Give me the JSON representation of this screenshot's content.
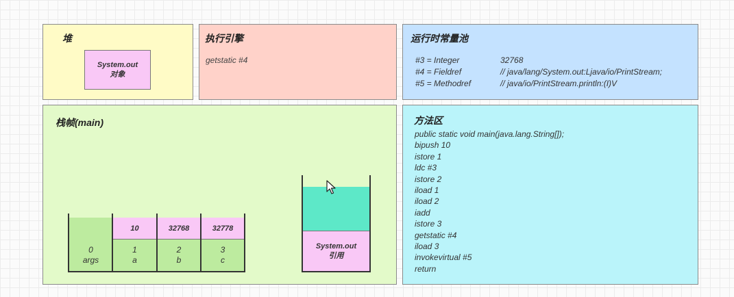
{
  "heap": {
    "title": "堆",
    "object": {
      "line1": "System.out",
      "line2": "对象"
    }
  },
  "engine": {
    "title": "执行引擎",
    "instruction": "getstatic #4"
  },
  "constant_pool": {
    "title": "运行时常量池",
    "entries": [
      {
        "key": "#3 = Integer",
        "value": "32768"
      },
      {
        "key": "#4 = Fieldref",
        "value": "// java/lang/System.out:Ljava/io/PrintStream;"
      },
      {
        "key": "#5 = Methodref",
        "value": "// java/io/PrintStream.println:(I)V"
      }
    ]
  },
  "stack_frame": {
    "title": "栈帧(main)",
    "locals": [
      {
        "value": "",
        "index": "0",
        "name": "args"
      },
      {
        "value": "10",
        "index": "1",
        "name": "a"
      },
      {
        "value": "32768",
        "index": "2",
        "name": "b"
      },
      {
        "value": "32778",
        "index": "3",
        "name": "c"
      }
    ],
    "operand_stack": {
      "top_entry": {
        "line1": "System.out",
        "line2": "引用"
      }
    }
  },
  "method_area": {
    "title": "方法区",
    "lines": [
      "public static void main(java.lang.String[]);",
      "bipush 10",
      "istore 1",
      "ldc #3",
      "istore 2",
      "iload 1",
      "iload 2",
      "iadd",
      "istore 3",
      "getstatic #4",
      "iload 3",
      "invokevirtual #5",
      "return"
    ]
  },
  "colors": {
    "heap_bg": "#fffbc6",
    "engine_bg": "#ffd2c9",
    "pool_bg": "#c4e2ff",
    "frame_bg": "#e3fac9",
    "method_bg": "#baf4fa",
    "object_bg": "#f9c8f6",
    "stack_empty": "#5de8c8",
    "local_slot": "#bdeb9f"
  }
}
